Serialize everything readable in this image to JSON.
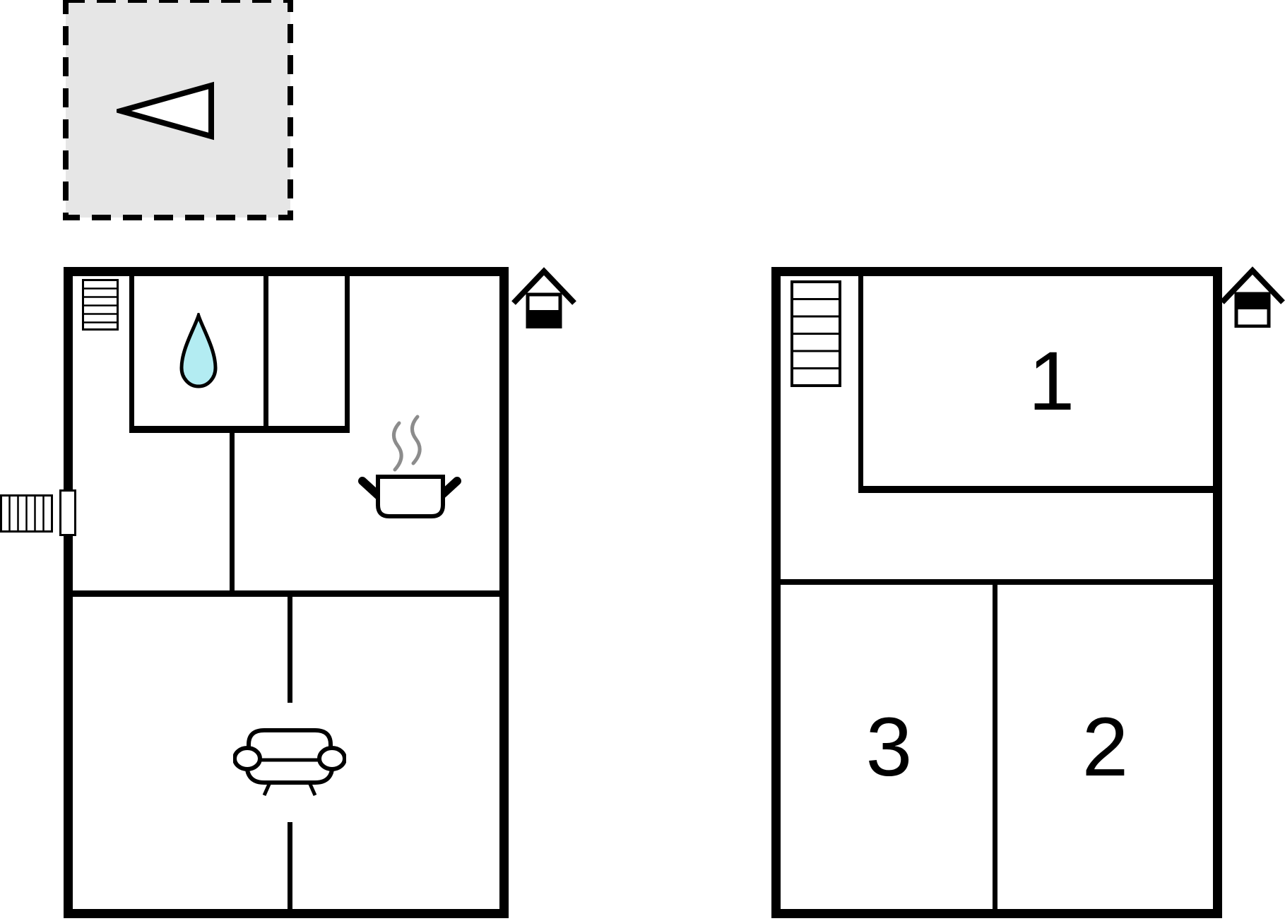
{
  "document": {
    "type": "floor-plan",
    "floor_count": 2
  },
  "colors": {
    "wall": "#000000",
    "background": "#ffffff",
    "water_drop_fill": "#b3ecf2",
    "steam": "#8c8c8c",
    "orientation_box_fill": "#e6e6e6",
    "icon_white": "#ffffff",
    "icon_black": "#000000"
  },
  "orientation_box": {
    "style": "dashed-border",
    "arrow_direction": "left",
    "icon": "left-arrow-triangle-icon"
  },
  "ground_floor": {
    "features": {
      "staircase": "stairs-icon",
      "bathroom": "water-drop-icon",
      "kitchen": "cooking-pot-icon",
      "living_room": "sofa-icon",
      "entrance": "door-opening",
      "window": "window-icon",
      "level_indicator": "house-ground-floor-icon"
    }
  },
  "upper_floor": {
    "room1": {
      "label": "1"
    },
    "room2": {
      "label": "2"
    },
    "room3": {
      "label": "3"
    },
    "features": {
      "staircase": "stairs-icon",
      "level_indicator": "house-upper-floor-icon"
    }
  }
}
